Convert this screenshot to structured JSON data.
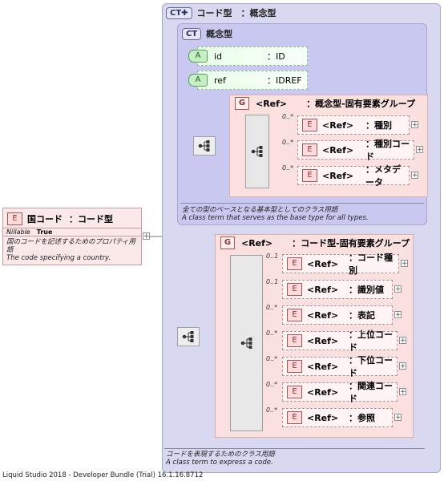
{
  "root": {
    "badge": "E",
    "name": "国コード",
    "type_label": "：コード型",
    "nillable_key": "Nillable",
    "nillable_value": "True",
    "doc_ja": "国のコードを記述するためのプロパティ用語",
    "doc_en": "The code specifying a country."
  },
  "outer_type": {
    "badge": "CT✚",
    "title": "コード型　：概念型",
    "doc_ja": "コードを表現するためのクラス用語",
    "doc_en": "A class term to express a code."
  },
  "inner_type": {
    "badge": "CT",
    "title": "概念型",
    "doc_ja": "全ての型のベースとなる基本型としてのクラス用語",
    "doc_en": "A class term that serves as the base type for all types."
  },
  "attributes": [
    {
      "badge": "A",
      "name": "id",
      "type": "：ID"
    },
    {
      "badge": "A",
      "name": "ref",
      "type": "：IDREF"
    }
  ],
  "group1": {
    "badge": "G",
    "ref": "<Ref>",
    "name": "：概念型-固有要素グループ",
    "elements": [
      {
        "occ": "0..*",
        "badge": "E",
        "ref": "<Ref>",
        "name": "：種別"
      },
      {
        "occ": "0..*",
        "badge": "E",
        "ref": "<Ref>",
        "name": "：種別コード"
      },
      {
        "occ": "0..*",
        "badge": "E",
        "ref": "<Ref>",
        "name": "：メタデータ"
      }
    ]
  },
  "group2": {
    "badge": "G",
    "ref": "<Ref>",
    "name": "：コード型-固有要素グループ",
    "elements": [
      {
        "occ": "0..1",
        "badge": "E",
        "ref": "<Ref>",
        "name": "：コード種別"
      },
      {
        "occ": "0..1",
        "badge": "E",
        "ref": "<Ref>",
        "name": "：識別値"
      },
      {
        "occ": "0..*",
        "badge": "E",
        "ref": "<Ref>",
        "name": "：表記"
      },
      {
        "occ": "0..*",
        "badge": "E",
        "ref": "<Ref>",
        "name": "：上位コード"
      },
      {
        "occ": "0..*",
        "badge": "E",
        "ref": "<Ref>",
        "name": "：下位コード"
      },
      {
        "occ": "0..*",
        "badge": "E",
        "ref": "<Ref>",
        "name": "：関連コード"
      },
      {
        "occ": "0..*",
        "badge": "E",
        "ref": "<Ref>",
        "name": "：参照"
      }
    ]
  },
  "plus_symbol": "+",
  "footer": "Liquid Studio 2018 - Developer Bundle (Trial) 16.1.16.8712"
}
